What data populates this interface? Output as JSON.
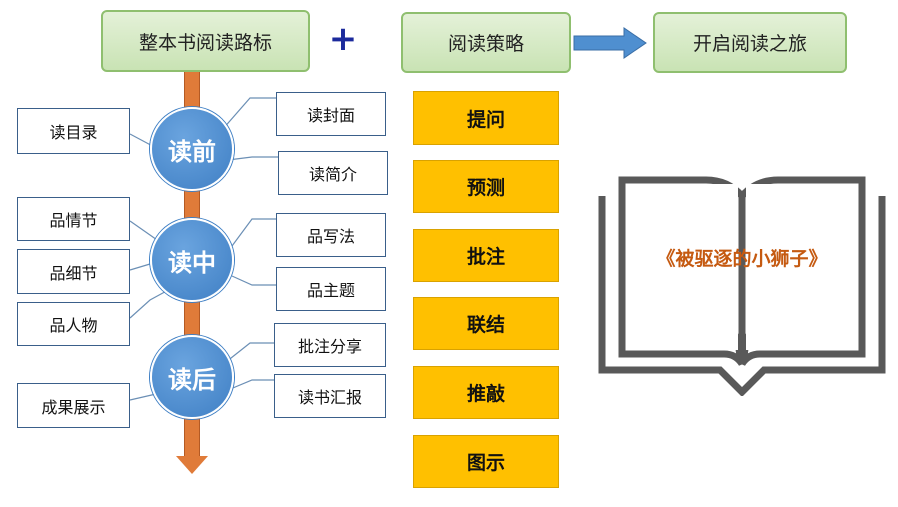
{
  "header": {
    "roadmap_label": "整本书阅读路标",
    "plus": "+",
    "strategy_label": "阅读策略",
    "journey_label": "开启阅读之旅"
  },
  "stages": {
    "before": {
      "label": "读前",
      "left": [
        "读目录"
      ],
      "right": [
        "读封面",
        "读简介"
      ]
    },
    "during": {
      "label": "读中",
      "left": [
        "品情节",
        "品细节",
        "品人物"
      ],
      "right": [
        "品写法",
        "品主题"
      ]
    },
    "after": {
      "label": "读后",
      "left": [
        "成果展示"
      ],
      "right": [
        "批注分享",
        "读书汇报"
      ]
    }
  },
  "strategies": [
    "提问",
    "预测",
    "批注",
    "联结",
    "推敲",
    "图示"
  ],
  "book": {
    "title": "《被驱逐的小狮子》"
  },
  "colors": {
    "green_fill": "#d5ebc3",
    "green_border": "#8fbf6f",
    "circle_blue": "#4a8ad0",
    "spine_orange": "#e07b39",
    "strategy_gold": "#ffc000",
    "arrow_blue": "#4f8fd0",
    "book_title": "#c55a11",
    "book_outline": "#595959"
  }
}
